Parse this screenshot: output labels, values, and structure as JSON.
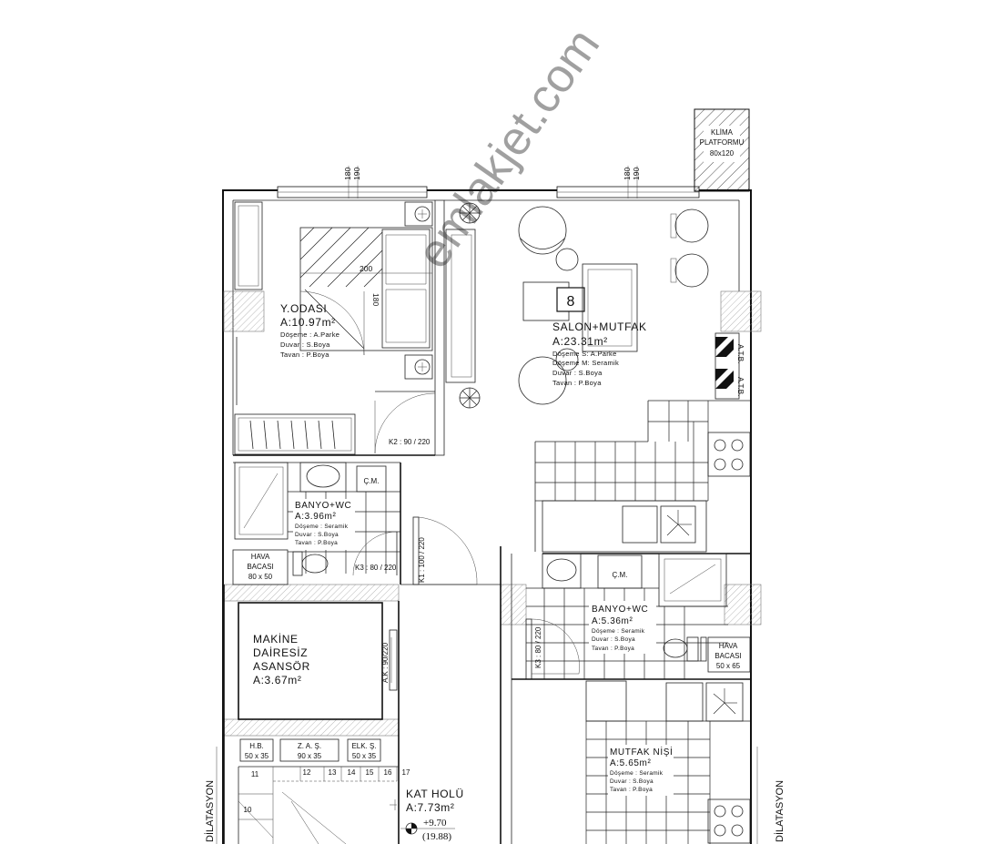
{
  "rooms": {
    "bedroom": {
      "name": "Y.ODASI",
      "area": "A:10.97m²",
      "floor": "Döşeme : A.Parke",
      "wall": "Duvar   : S.Boya",
      "ceiling": "Tavan   : P.Boya"
    },
    "living": {
      "name": "SALON+MUTFAK",
      "area": "A:23.31m²",
      "floor1": "Döşeme S: A.Parke",
      "floor2": "Döşeme M: Seramik",
      "wall": "Duvar   : S.Boya",
      "ceiling": "Tavan   : P.Boya"
    },
    "bath1": {
      "name": "BANYO+WC",
      "area": "A:3.96m²",
      "floor": "Döşeme : Seramik",
      "wall": "Duvar   : S.Boya",
      "ceiling": "Tavan   : P.Boya"
    },
    "bath2": {
      "name": "BANYO+WC",
      "area": "A:5.36m²",
      "floor": "Döşeme : Seramik",
      "wall": "Duvar   : S.Boya",
      "ceiling": "Tavan   : P.Boya"
    },
    "machine": {
      "line1": "MAKİNE",
      "line2": "DAİRESİZ",
      "line3": "ASANSÖR",
      "area": "A:3.67m²"
    },
    "kitchenette": {
      "name": "MUTFAK NİŞİ",
      "area": "A:5.65m²",
      "floor": "Döşeme : Seramik",
      "wall": "Duvar   : S.Boya",
      "ceiling": "Tavan   : P.Boya"
    },
    "hall": {
      "name": "KAT HOLÜ",
      "area": "A:7.73m²"
    }
  },
  "labels": {
    "unit_number": "8",
    "klima": "KLİMA",
    "platform": "PLATFORMU",
    "klima_size": "80x120",
    "cm1": "Ç.M.",
    "cm2": "Ç.M.",
    "hava1": "HAVA",
    "bacasi1": "BACASI",
    "hava1_size": "80 x 50",
    "hava2": "HAVA",
    "bacasi2": "BACASI",
    "hava2_size": "50 x 65",
    "hb": "H.B.",
    "hb_size": "50 x 35",
    "zas": "Z. A. Ş.",
    "zas_size": "90 x 35",
    "elk": "ELK. Ş.",
    "elk_size": "50 x 35",
    "dilatasyon_left": "DİLATASYON",
    "dilatasyon_right": "DİLATASYON",
    "kot": "+9.70",
    "kot_sub": "(19.88)",
    "atb_top": "A.T.B.",
    "atb_bottom": "A.T.B."
  },
  "doors": {
    "k2": "K2 : 90 / 220",
    "k3a": "K3 : 80 / 220",
    "k1": "K1 : 100 / 220",
    "k3b": "K3 : 80 / 220",
    "ak": "A.K : 90/220"
  },
  "dims": {
    "win1_a": "180",
    "win1_b": "190",
    "win2_a": "180",
    "win2_b": "190",
    "bed_w": "200",
    "bed_l": "180"
  },
  "stairs": [
    "10",
    "11",
    "12",
    "13",
    "14",
    "15",
    "16",
    "17"
  ],
  "watermark": "emlakjet.com"
}
